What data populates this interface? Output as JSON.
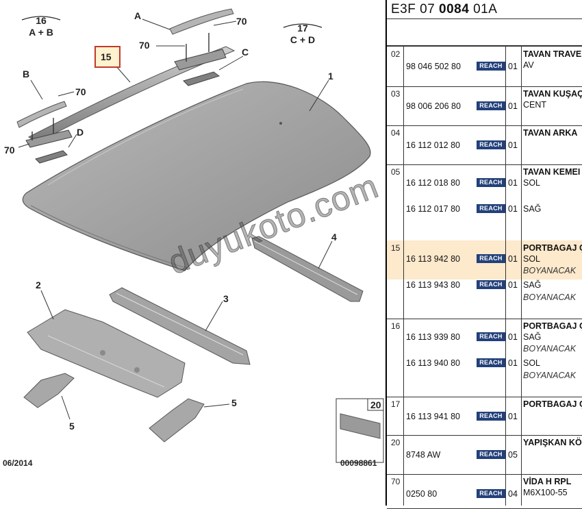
{
  "diagram": {
    "date": "06/2014",
    "ref_code": "00098861",
    "callouts": [
      "A",
      "70",
      "70",
      "15",
      "C",
      "B",
      "70",
      "D",
      "70",
      "1",
      "4",
      "2",
      "3",
      "5",
      "5",
      "20"
    ],
    "groups": [
      {
        "number": "16",
        "sub": "A + B"
      },
      {
        "number": "17",
        "sub": "C + D"
      }
    ]
  },
  "panel": {
    "ref_prefix": "E3F 07 ",
    "ref_bold": "0084",
    "ref_suffix": " 01A",
    "reach_label": "REACH",
    "rows": [
      {
        "idx": "02",
        "parts": [
          {
            "pn": "98 046 502 80",
            "qty": "01"
          }
        ],
        "desc": [
          "TAVAN TRAVE",
          "AV"
        ]
      },
      {
        "idx": "03",
        "parts": [
          {
            "pn": "98 006 206 80",
            "qty": "01"
          }
        ],
        "desc": [
          "TAVAN KUŞAÇ",
          "CENT"
        ]
      },
      {
        "idx": "04",
        "parts": [
          {
            "pn": "16 112 012 80",
            "qty": "01"
          }
        ],
        "desc": [
          "TAVAN ARKA"
        ]
      },
      {
        "idx": "05",
        "parts": [
          {
            "pn": "16 112 018 80",
            "qty": "01",
            "side": "SOL"
          },
          {
            "pn": "16 112 017 80",
            "qty": "01",
            "side": "SAĞ"
          }
        ],
        "desc": [
          "TAVAN KEMEI"
        ]
      },
      {
        "idx": "15",
        "parts": [
          {
            "pn": "16 113 942 80",
            "qty": "01",
            "side": "SOL",
            "note": "BOYANACAK"
          },
          {
            "pn": "16 113 943 80",
            "qty": "01",
            "side": "SAĞ",
            "note": "BOYANACAK"
          }
        ],
        "desc": [
          "PORTBAGAJ Ç"
        ]
      },
      {
        "idx": "16",
        "parts": [
          {
            "pn": "16 113 939 80",
            "qty": "01",
            "side": "SAĞ",
            "note": "BOYANACAK"
          },
          {
            "pn": "16 113 940 80",
            "qty": "01",
            "side": "SOL",
            "note": "BOYANACAK"
          }
        ],
        "desc": [
          "PORTBAGAJ Ç"
        ]
      },
      {
        "idx": "17",
        "parts": [
          {
            "pn": "16 113 941 80",
            "qty": "01"
          }
        ],
        "desc": [
          "PORTBAGAJ Ç"
        ]
      },
      {
        "idx": "20",
        "parts": [
          {
            "pn": "8748 AW",
            "qty": "05"
          }
        ],
        "desc": [
          "YAPIŞKAN KÖ"
        ]
      },
      {
        "idx": "70",
        "parts": [
          {
            "pn": "0250 80",
            "qty": "04"
          }
        ],
        "desc": [
          "VİDA H RPL",
          "M6X100-55"
        ]
      }
    ]
  },
  "watermark": "duyukoto.com"
}
